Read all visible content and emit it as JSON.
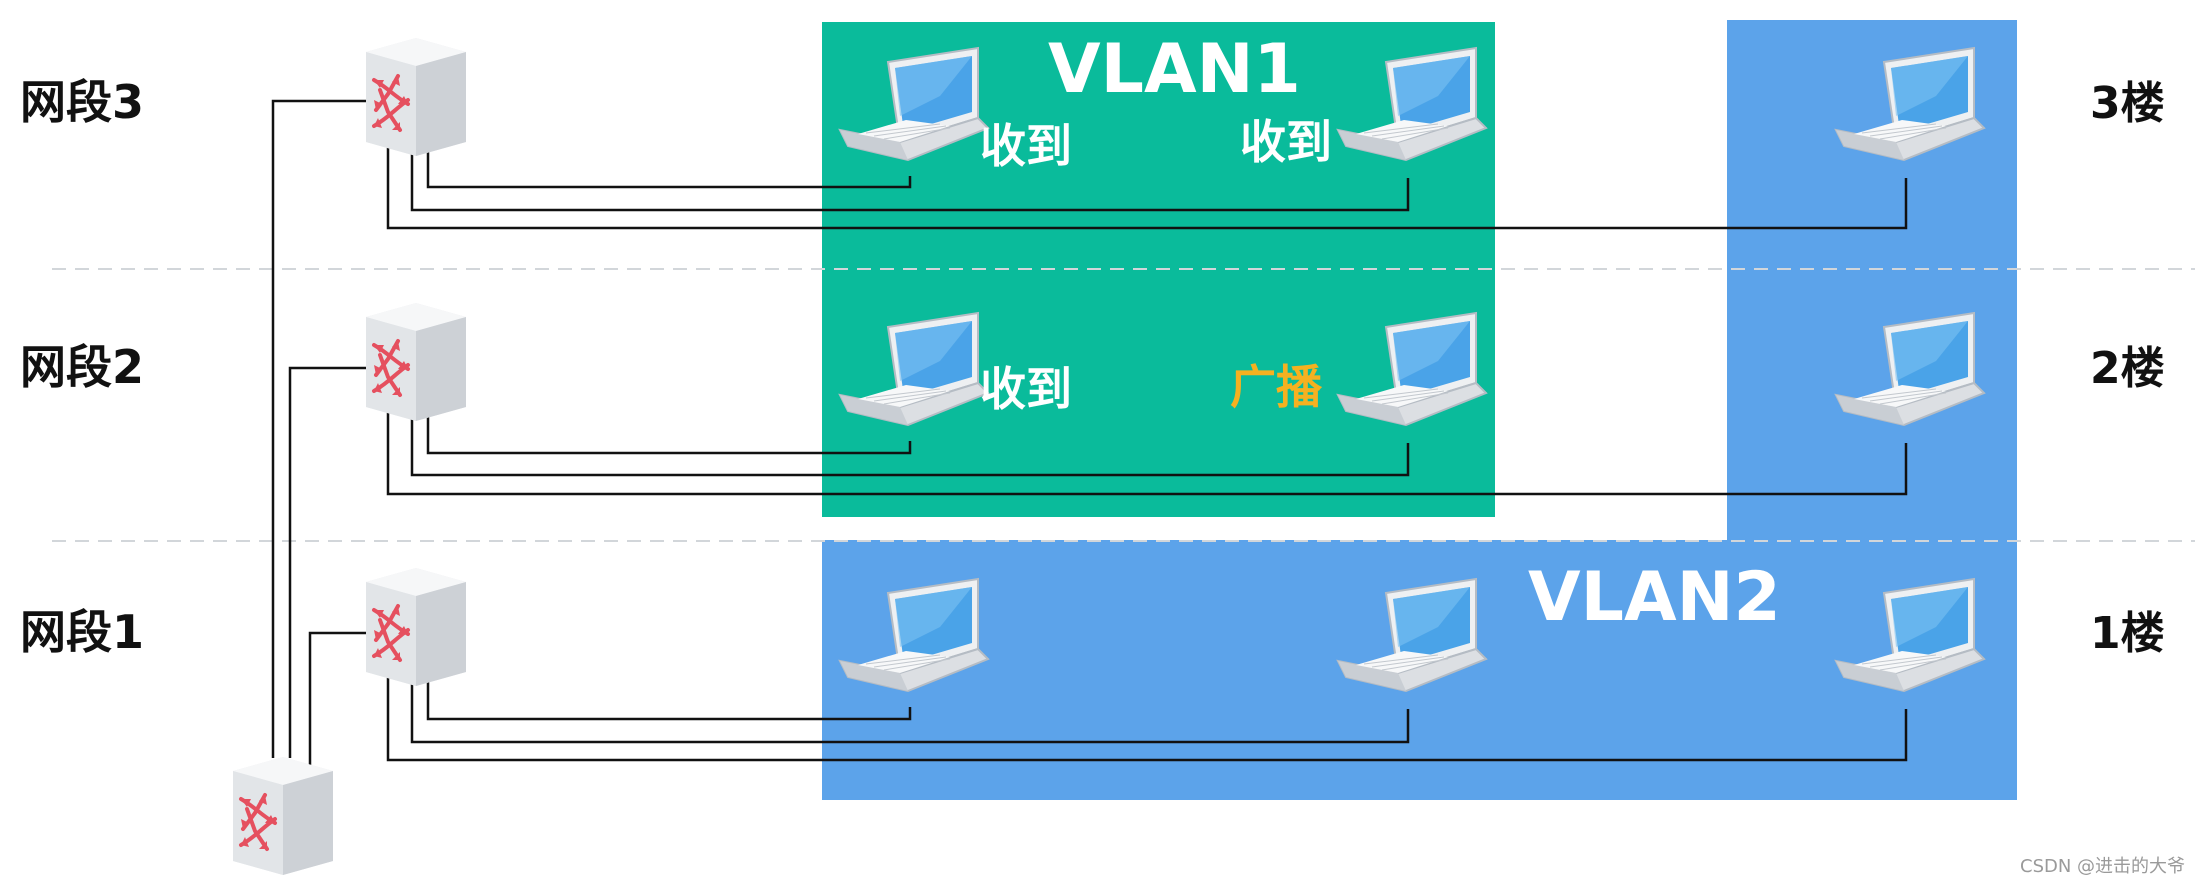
{
  "segments": [
    {
      "label": "网段3"
    },
    {
      "label": "网段2"
    },
    {
      "label": "网段1"
    }
  ],
  "floors": [
    {
      "label": "3楼"
    },
    {
      "label": "2楼"
    },
    {
      "label": "1楼"
    }
  ],
  "vlans": [
    {
      "name": "VLAN1",
      "color": "#0abb9b"
    },
    {
      "name": "VLAN2",
      "color": "#5ca3ea"
    }
  ],
  "status_labels": {
    "received": "收到",
    "broadcast": "广播",
    "received_color": "#ffffff",
    "broadcast_color": "#f5b120"
  },
  "hosts": [
    {
      "id": "f3-a",
      "floor": "3楼",
      "vlan": "VLAN1",
      "status": "收到"
    },
    {
      "id": "f3-b",
      "floor": "3楼",
      "vlan": "VLAN1",
      "status": "收到"
    },
    {
      "id": "f3-c",
      "floor": "3楼",
      "vlan": "VLAN2",
      "status": ""
    },
    {
      "id": "f2-a",
      "floor": "2楼",
      "vlan": "VLAN1",
      "status": "收到"
    },
    {
      "id": "f2-b",
      "floor": "2楼",
      "vlan": "VLAN1",
      "status": "广播"
    },
    {
      "id": "f2-c",
      "floor": "2楼",
      "vlan": "VLAN2",
      "status": ""
    },
    {
      "id": "f1-a",
      "floor": "1楼",
      "vlan": "VLAN2",
      "status": ""
    },
    {
      "id": "f1-b",
      "floor": "1楼",
      "vlan": "VLAN2",
      "status": ""
    },
    {
      "id": "f1-c",
      "floor": "1楼",
      "vlan": "VLAN2",
      "status": ""
    }
  ],
  "watermark": "CSDN @进击的大爷"
}
